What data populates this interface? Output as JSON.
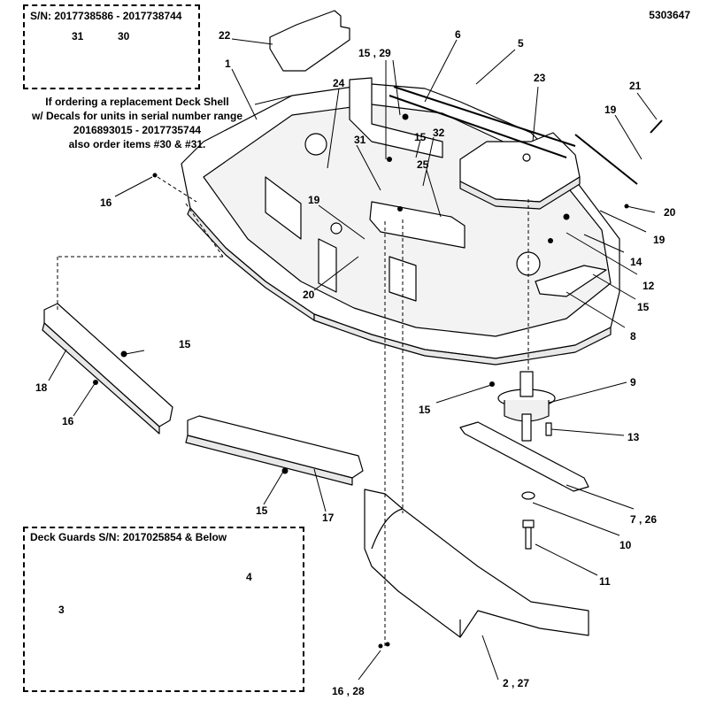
{
  "doc_number": "5303647",
  "inset_serial": {
    "title": "S/N: 2017738586 - 2017738744",
    "labels": [
      "31",
      "30"
    ]
  },
  "note_lines": [
    "If ordering a replacement Deck Shell",
    "w/ Decals for units in serial number range",
    "2016893015 - 2017735744",
    "also order items #30 & #31."
  ],
  "inset_guards": {
    "title": "Deck Guards S/N: 2017025854 & Below",
    "labels": [
      "3",
      "4"
    ]
  },
  "callouts": [
    {
      "id": "22",
      "text": "22"
    },
    {
      "id": "1",
      "text": "1"
    },
    {
      "id": "15-29",
      "text": "15 , 29"
    },
    {
      "id": "24",
      "text": "24"
    },
    {
      "id": "6",
      "text": "6"
    },
    {
      "id": "5",
      "text": "5"
    },
    {
      "id": "23",
      "text": "23"
    },
    {
      "id": "21",
      "text": "21"
    },
    {
      "id": "19a",
      "text": "19"
    },
    {
      "id": "15a",
      "text": "15"
    },
    {
      "id": "32",
      "text": "32"
    },
    {
      "id": "31",
      "text": "31"
    },
    {
      "id": "25",
      "text": "25"
    },
    {
      "id": "16a",
      "text": "16"
    },
    {
      "id": "19b",
      "text": "19"
    },
    {
      "id": "20a",
      "text": "20"
    },
    {
      "id": "19c",
      "text": "19"
    },
    {
      "id": "14",
      "text": "14"
    },
    {
      "id": "12",
      "text": "12"
    },
    {
      "id": "20b",
      "text": "20"
    },
    {
      "id": "15b",
      "text": "15"
    },
    {
      "id": "8",
      "text": "8"
    },
    {
      "id": "15c",
      "text": "15"
    },
    {
      "id": "18",
      "text": "18"
    },
    {
      "id": "16b",
      "text": "16"
    },
    {
      "id": "9",
      "text": "9"
    },
    {
      "id": "15d",
      "text": "15"
    },
    {
      "id": "13",
      "text": "13"
    },
    {
      "id": "17",
      "text": "17"
    },
    {
      "id": "15e",
      "text": "15"
    },
    {
      "id": "7-26",
      "text": "7 , 26"
    },
    {
      "id": "10",
      "text": "10"
    },
    {
      "id": "11",
      "text": "11"
    },
    {
      "id": "2-27",
      "text": "2 , 27"
    },
    {
      "id": "16-28",
      "text": "16 , 28"
    }
  ]
}
